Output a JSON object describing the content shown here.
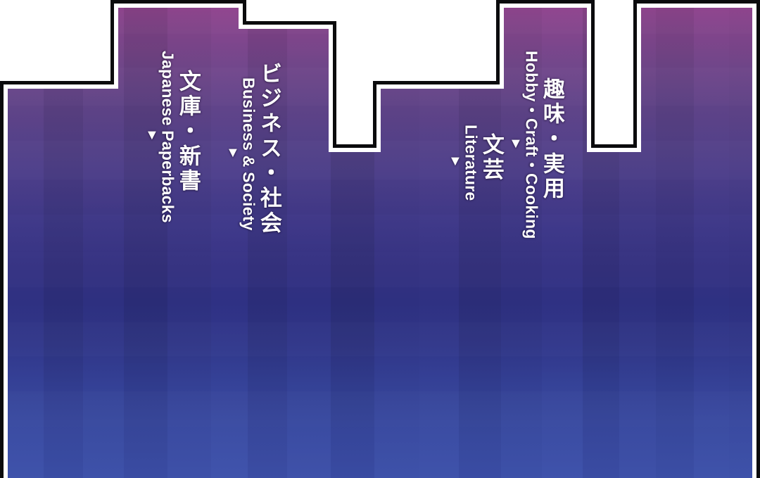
{
  "page": {
    "background_color": "#ffffff",
    "outline_color": "#0b0b0d",
    "inset_band_color": "#ffffff",
    "gradient_top_color": "#8d3f88",
    "gradient_mid_color": "#473b85",
    "gradient_bottom_color": "#3b4ea6",
    "label_color": "#ffffff"
  },
  "categories": [
    {
      "id": "bunko-shinsho",
      "jp": "文庫・新書",
      "en": "Japanese Paperbacks",
      "caret": "▼"
    },
    {
      "id": "business-society",
      "jp": "ビジネス・社会",
      "en": "Business & Society",
      "caret": "▼"
    },
    {
      "id": "bungei",
      "jp": "文芸",
      "en": "Literature",
      "caret": "▼"
    },
    {
      "id": "hobby-craft-cooking",
      "jp": "趣味・実用",
      "en": "Hobby・Craft・Cooking",
      "caret": "▼"
    }
  ]
}
